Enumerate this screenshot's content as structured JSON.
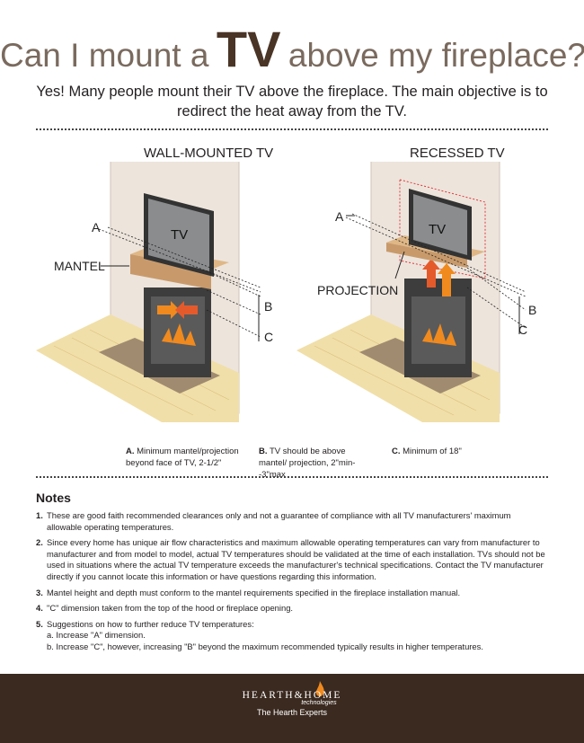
{
  "title": {
    "part1": "Can I mount a",
    "part2": "TV",
    "part3": "above my fireplace?"
  },
  "subtitle": "Yes! Many people mount their TV above the fireplace. The main objective is to redirect the heat away from the TV.",
  "figures": {
    "left": {
      "title": "WALL-MOUNTED TV",
      "tv": "TV",
      "mantel": "MANTEL",
      "a": "A",
      "b": "B",
      "c": "C"
    },
    "right": {
      "title": "RECESSED TV",
      "tv": "TV",
      "projection": "PROJECTION",
      "a": "A",
      "b": "B",
      "c": "C"
    }
  },
  "captions": [
    {
      "letter": "A.",
      "text": "Minimum mantel/projection beyond face of TV, 2-1/2\""
    },
    {
      "letter": "B.",
      "text": "TV should be above mantel/ projection, 2\"min--3\"max"
    },
    {
      "letter": "C.",
      "text": "Minimum of 18\""
    }
  ],
  "notes": {
    "title": "Notes",
    "items": [
      {
        "num": "1.",
        "text": "These are good faith recommended clearances only and not a guarantee of compliance with all TV manufacturers' maximum allowable operating temperatures."
      },
      {
        "num": "2.",
        "text": "Since every home has unique air flow characteristics and maximum allowable operating temperatures can vary from manufacturer to manufacturer and from model to model, actual TV temperatures should be validated at the time of each installation. TVs should not be used in situations where the actual TV temperature exceeds the manufacturer's technical specifications. Contact the TV manufacturer directly if you cannot locate this information or have questions regarding this information."
      },
      {
        "num": "3.",
        "text": "Mantel height and depth must conform to the mantel requirements specified in the fireplace installation manual."
      },
      {
        "num": "4.",
        "text": "\"C\" dimension taken from the top of the hood or fireplace opening."
      },
      {
        "num": "5.",
        "text": "Suggestions on how to further reduce TV temperatures:",
        "subs": [
          "a. Increase \"A\" dimension.",
          "b. Increase \"C\", however, increasing \"B\" beyond the maximum recommended typically results in higher temperatures."
        ]
      }
    ]
  },
  "footer": {
    "brand": "HEARTH&HOME",
    "tech": "technologies",
    "tagline": "The Hearth Experts"
  },
  "colors": {
    "title": "#7a6a5e",
    "title_tv": "#4a3426",
    "footer": "#3b2a20",
    "wall": "#ede4dc",
    "floor": "#f1dfa9",
    "mantel": "#c89a6b",
    "fire": "#f08a1e"
  }
}
